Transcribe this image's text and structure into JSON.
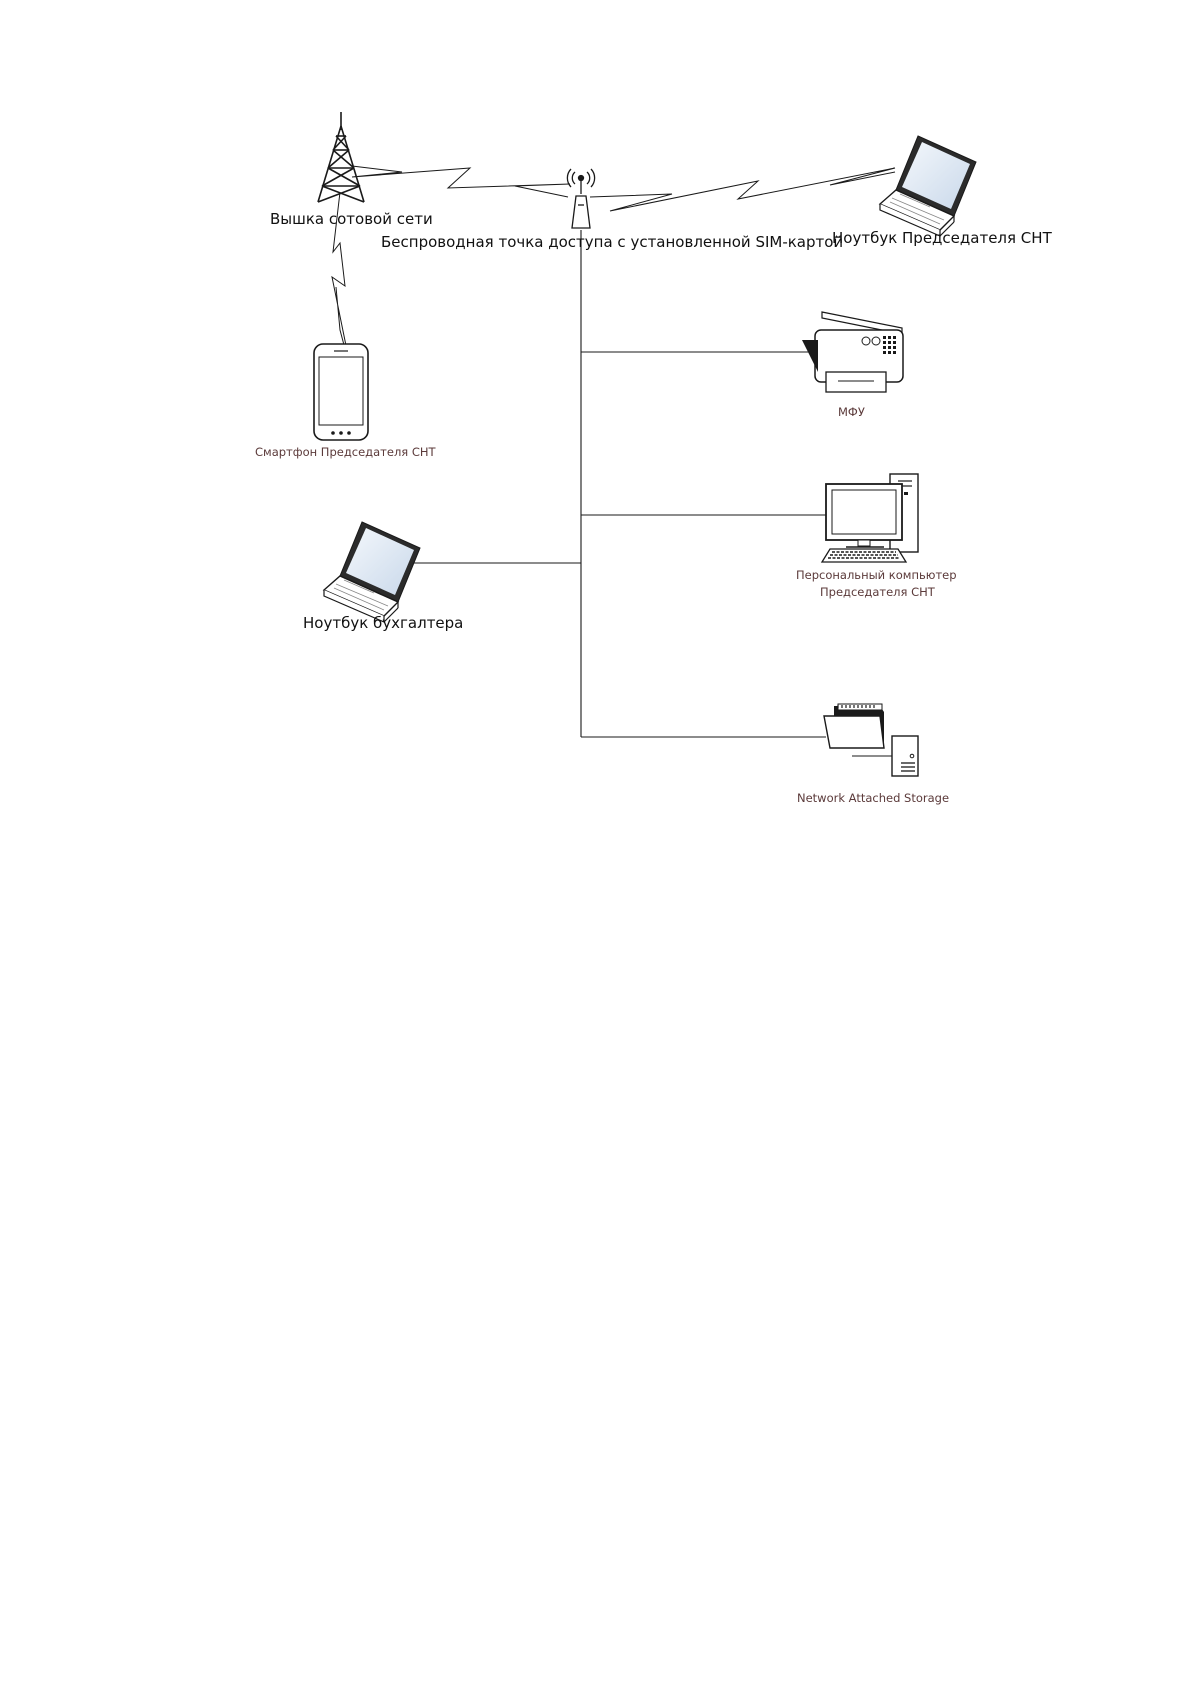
{
  "nodes": {
    "tower": {
      "label": "Вышка сотовой сети",
      "icon": "cell-tower-icon"
    },
    "ap": {
      "label": "Беспроводная точка доступа с установленной SIM-картой",
      "icon": "wireless-access-point-icon"
    },
    "laptop_chair": {
      "label": "Ноутбук Председателя СНТ",
      "icon": "laptop-icon"
    },
    "smartphone": {
      "label": "Смартфон Председателя СНТ",
      "icon": "smartphone-icon"
    },
    "mfp": {
      "label": "МФУ",
      "icon": "printer-icon"
    },
    "pc": {
      "label_line1": "Персональный компьютер",
      "label_line2": "Председателя СНТ",
      "icon": "desktop-computer-icon"
    },
    "laptop_accountant": {
      "label": "Ноутбук бухгалтера",
      "icon": "laptop-icon"
    },
    "nas": {
      "label": "Network Attached Storage",
      "icon": "nas-icon"
    }
  },
  "links": [
    {
      "from": "tower",
      "to": "ap",
      "kind": "wireless"
    },
    {
      "from": "ap",
      "to": "laptop_chair",
      "kind": "wireless"
    },
    {
      "from": "tower",
      "to": "smartphone",
      "kind": "wireless"
    },
    {
      "from": "ap",
      "to": "mfp",
      "kind": "wired"
    },
    {
      "from": "ap",
      "to": "pc",
      "kind": "wired"
    },
    {
      "from": "ap",
      "to": "laptop_accountant",
      "kind": "wired"
    },
    {
      "from": "ap",
      "to": "nas",
      "kind": "wired"
    }
  ],
  "colors": {
    "line": "#1a1a1a",
    "device_label": "#5b3a3a",
    "main_label": "#111111",
    "screen": "#dbe6f3"
  }
}
